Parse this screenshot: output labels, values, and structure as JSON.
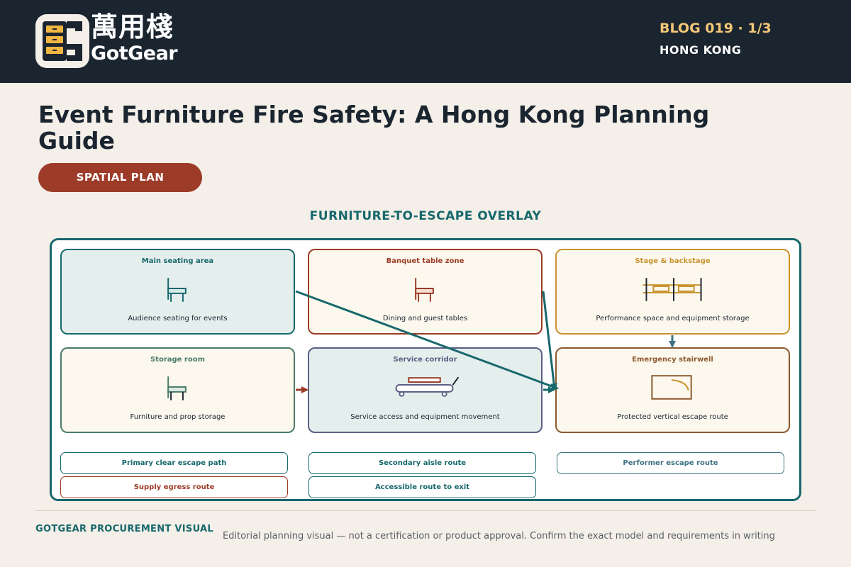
{
  "header": {
    "logo_cn": "萬用棧",
    "logo_en": "GotGear",
    "blog_number": "BLOG 019 · 1/3",
    "city": "HONG KONG"
  },
  "article": {
    "title": "Event Furniture Fire Safety: A Hong Kong Planning Guide",
    "tag": "SPATIAL PLAN"
  },
  "diagram": {
    "title": "FURNITURE-TO-ESCAPE OVERLAY",
    "zones": [
      {
        "title": "Main seating area",
        "description": "Audience seating for events",
        "icon": "chair-icon"
      },
      {
        "title": "Banquet table zone",
        "description": "Dining and guest tables",
        "icon": "chair-icon"
      },
      {
        "title": "Stage & backstage",
        "description": "Performance space and equipment storage",
        "icon": "stage-rack-icon"
      },
      {
        "title": "Storage room",
        "description": "Furniture and prop storage",
        "icon": "chair-icon"
      },
      {
        "title": "Service corridor",
        "description": "Service access and equipment movement",
        "icon": "trolley-icon"
      },
      {
        "title": "Emergency stairwell",
        "description": "Protected vertical escape route",
        "icon": "door-icon"
      }
    ],
    "legend": [
      "Primary clear escape path",
      "Secondary aisle route",
      "Performer escape route",
      "Supply egress route",
      "Accessible route to exit"
    ],
    "colors": {
      "teal": "#17686d",
      "rust": "#9c3b27",
      "gold": "#c8932e",
      "slate": "#5a5f84",
      "brown": "#8c5a2e"
    }
  },
  "footer": {
    "brand": "GOTGEAR PROCUREMENT VISUAL",
    "note": "Editorial planning visual — not a certification or product approval. Confirm the exact model and requirements in writing"
  }
}
